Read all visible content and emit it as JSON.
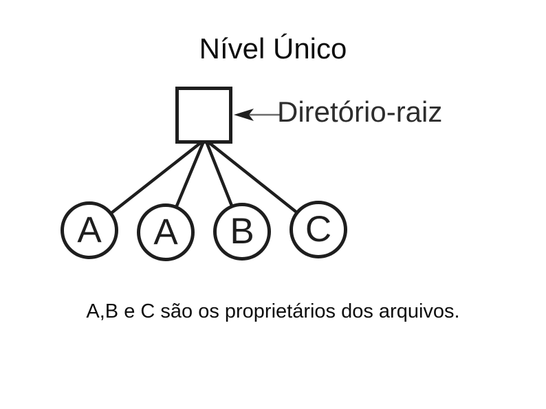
{
  "slide": {
    "title": "Nível Único",
    "caption": "A,B e C são os proprietários dos arquivos."
  },
  "diagram": {
    "root_label": "Diretório-raiz",
    "nodes": [
      {
        "label": "A"
      },
      {
        "label": "A"
      },
      {
        "label": "B"
      },
      {
        "label": "C"
      }
    ],
    "colors": {
      "stroke": "#1e1e1e",
      "arrow_shaft": "#6b6b6b",
      "label_text": "#2d2d2d",
      "text": "#0d0d0d",
      "background": "#ffffff"
    }
  }
}
